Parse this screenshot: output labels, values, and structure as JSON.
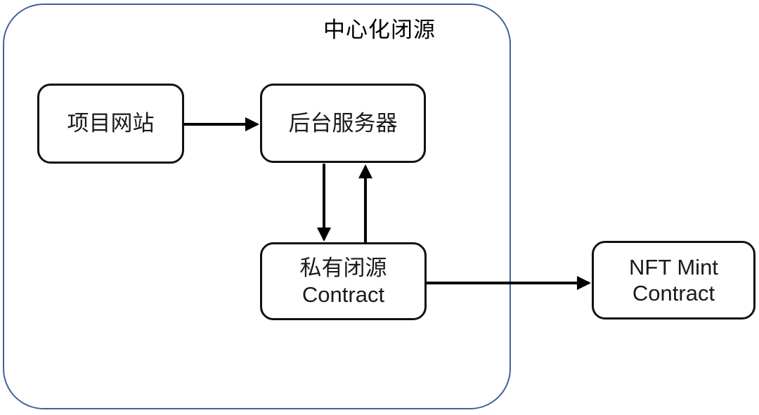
{
  "diagram": {
    "type": "flowchart",
    "container": {
      "title": "中心化闭源"
    },
    "nodes": {
      "project_website": {
        "label": "项目网站"
      },
      "backend_server": {
        "label": "后台服务器"
      },
      "private_contract": {
        "line1": "私有闭源",
        "line2": "Contract"
      },
      "nft_mint": {
        "line1": "NFT Mint",
        "line2": "Contract"
      }
    },
    "edges": [
      {
        "from": "项目网站",
        "to": "后台服务器",
        "direction": "right"
      },
      {
        "from": "后台服务器",
        "to": "私有闭源 Contract",
        "direction": "down"
      },
      {
        "from": "私有闭源 Contract",
        "to": "后台服务器",
        "direction": "up"
      },
      {
        "from": "私有闭源 Contract",
        "to": "NFT Mint Contract",
        "direction": "right"
      }
    ],
    "colors": {
      "container_border": "#41619B",
      "node_border": "#111111",
      "arrow": "#000000",
      "background": "#ffffff",
      "text": "#1a1a1a"
    }
  }
}
